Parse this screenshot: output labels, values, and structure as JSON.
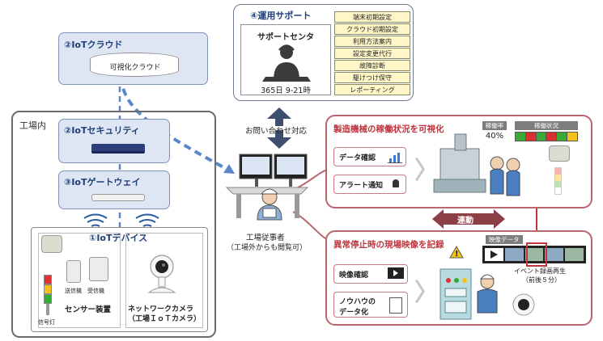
{
  "support": {
    "title": "④運用サポート",
    "center_label": "サポートセンタ",
    "hours": "365日 9-21時",
    "items": [
      "端末初期設定",
      "クラウド初期設定",
      "利用方法案内",
      "設定変更代行",
      "故障診断",
      "駆けつけ保守",
      "レポーティング"
    ]
  },
  "cloud": {
    "title": "②IoTクラウド",
    "visual_cloud": "可視化クラウド"
  },
  "factory": {
    "title": "工場内",
    "security_title": "②IoTセキュリティ",
    "gateway_title": "③IoTゲートウェイ",
    "devices_title": "①IoTデバイス",
    "signal_light": "信号灯",
    "transmitter": "送信機",
    "receiver": "受信機",
    "sensor_device": "センサー装置",
    "camera_line1": "ネットワークカメラ",
    "camera_line2": "（工場ＩｏＴカメラ）"
  },
  "inquiry": "お問い合わせ対応",
  "worker": {
    "label1": "工場従事者",
    "label2": "（工場外からも閲覧可）"
  },
  "visualize": {
    "title": "製造機械の稼働状況を可視化",
    "data_check": "データ確認",
    "alert": "アラート通知",
    "rate_label": "稼働率",
    "rate_value": "40%",
    "status_label": "稼働状況"
  },
  "link_label": "連動",
  "record": {
    "title": "異常停止時の現場映像を記録",
    "video_check": "映像確認",
    "knowhow_line1": "ノウハウの",
    "knowhow_line2": "データ化",
    "video_data": "映像データ",
    "event_line1": "イベント録画再生",
    "event_line2": "（前後５分）"
  },
  "colors": {
    "accent_blue": "#1f3f7a",
    "accent_red": "#c0343e",
    "dashed_blue": "#5b86c9",
    "panel_blue": "#dfe6f3",
    "support_bg": "#fff7c7"
  }
}
